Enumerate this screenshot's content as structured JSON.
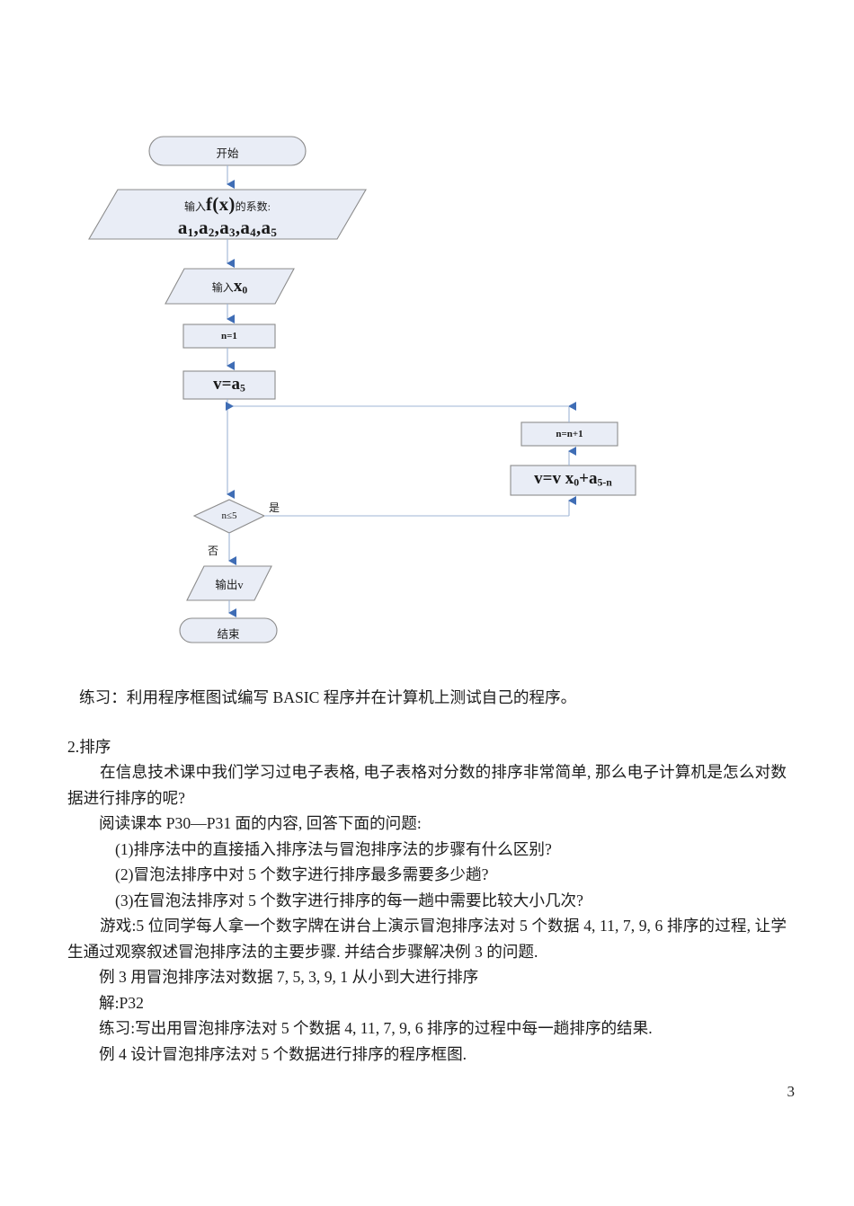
{
  "document": {
    "page_number": "3"
  },
  "flowchart": {
    "title": "horner-method-flowchart",
    "colors": {
      "shape_fill": "#e9edf6",
      "shape_stroke": "#8c8c8c",
      "connector": "#9fb4d4",
      "arrowhead": "#3f6db5",
      "text": "#1a1a1a"
    },
    "nodes": {
      "start": {
        "label": "开始",
        "type": "terminal"
      },
      "input_coeffs": {
        "type": "io",
        "line1_cjk_a": "输入",
        "line1_math": "f(x)",
        "line1_cjk_b": "的系数:",
        "line2": "a₁,a₂,a₃,a₄,a₅",
        "line2_parts": [
          "a",
          "1",
          ",a",
          "2",
          ",a",
          "3",
          ",a",
          "4",
          ",a",
          "5"
        ]
      },
      "input_x0": {
        "type": "io",
        "cjk": "输入",
        "math_base": "x",
        "math_sub": "0"
      },
      "set_n": {
        "type": "process",
        "label": "n=1"
      },
      "set_v": {
        "type": "process",
        "base": "v=a",
        "sub": "5"
      },
      "decision": {
        "type": "decision",
        "label": "n≤5"
      },
      "increment_n": {
        "type": "process",
        "label": "n=n+1"
      },
      "horner_step": {
        "type": "process",
        "p1": "v=v x",
        "p1sub": "0",
        "p2": "+a",
        "p2sub": "5-n"
      },
      "output_v": {
        "type": "io",
        "label": "输出v"
      },
      "end": {
        "label": "结束",
        "type": "terminal"
      }
    },
    "edge_labels": {
      "yes": "是",
      "no": "否"
    }
  },
  "body": {
    "paragraphs": [
      {
        "id": "practice-basic",
        "text": "练习：利用程序框图试编写 BASIC 程序并在计算机上测试自己的程序。"
      },
      {
        "id": "section-heading",
        "text": "2.排序"
      },
      {
        "id": "intro",
        "text": "在信息技术课中我们学习过电子表格, 电子表格对分数的排序非常简单, 那么电子计算机是怎么对数据进行排序的呢?"
      },
      {
        "id": "reading-task",
        "text": "阅读课本 P30—P31 面的内容, 回答下面的问题:"
      },
      {
        "id": "question-1",
        "text": "(1)排序法中的直接插入排序法与冒泡排序法的步骤有什么区别?"
      },
      {
        "id": "question-2",
        "text": "(2)冒泡法排序中对 5 个数字进行排序最多需要多少趟?"
      },
      {
        "id": "question-3",
        "text": "(3)在冒泡法排序对 5 个数字进行排序的每一趟中需要比较大小几次?"
      },
      {
        "id": "game",
        "text": "游戏:5 位同学每人拿一个数字牌在讲台上演示冒泡排序法对 5 个数据 4, 11, 7, 9, 6 排序的过程, 让学生通过观察叙述冒泡排序法的主要步骤. 并结合步骤解决例 3 的问题."
      },
      {
        "id": "example-3",
        "text": "例 3  用冒泡排序法对数据 7, 5, 3, 9, 1 从小到大进行排序"
      },
      {
        "id": "solution-3",
        "text": "解:P32"
      },
      {
        "id": "practice-bubble",
        "text": "练习:写出用冒泡排序法对 5 个数据 4, 11, 7, 9, 6 排序的过程中每一趟排序的结果."
      },
      {
        "id": "example-4",
        "text": "例 4  设计冒泡排序法对 5 个数据进行排序的程序框图."
      }
    ]
  }
}
